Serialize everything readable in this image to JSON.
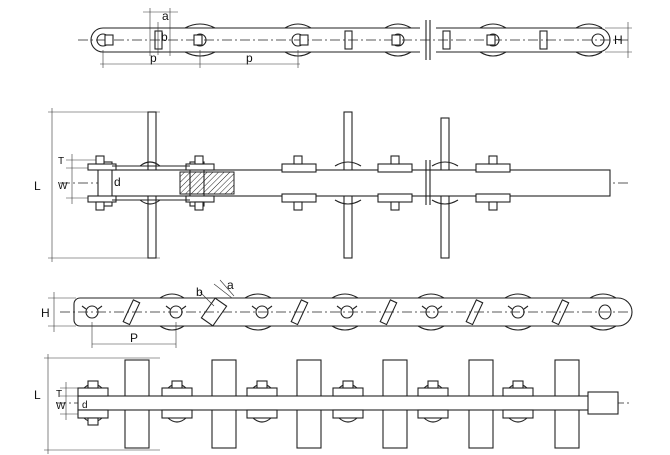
{
  "labels": {
    "a1": "a",
    "b1": "b",
    "p1": "p",
    "p2": "p",
    "H1": "H",
    "L1": "L",
    "T1": "T",
    "W1": "W",
    "d1": "d",
    "H2": "H",
    "P3": "P",
    "b2": "b",
    "a2": "a",
    "L2": "L",
    "W2": "W",
    "T2": "T",
    "d2": "d"
  }
}
